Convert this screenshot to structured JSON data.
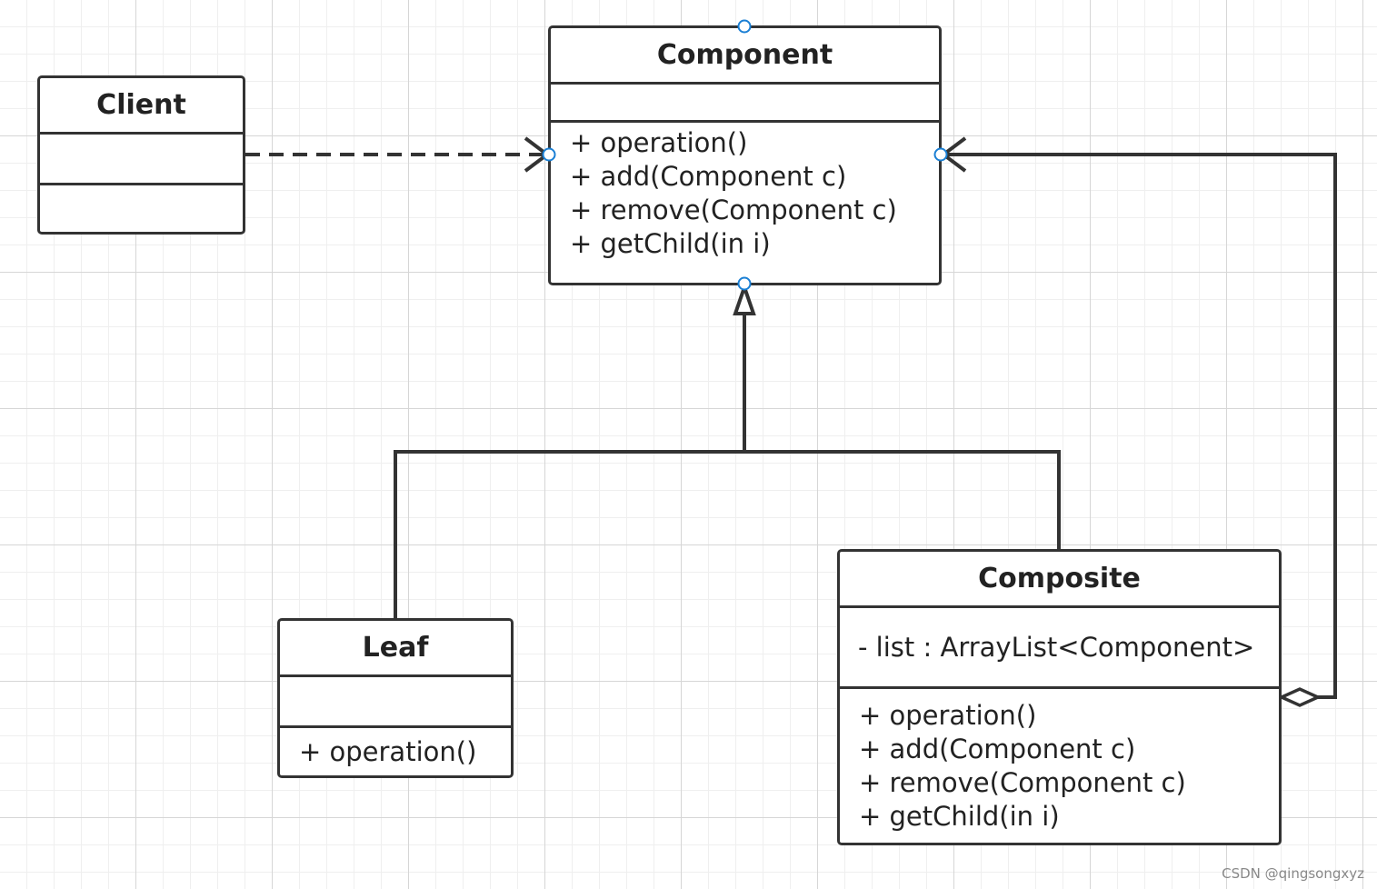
{
  "classes": {
    "client": {
      "name": "Client",
      "attributes": [],
      "operations": []
    },
    "component": {
      "name": "Component",
      "attributes": [],
      "operations": [
        "+ operation()",
        "+ add(Component c)",
        "+ remove(Component c)",
        "+ getChild(in i)"
      ]
    },
    "leaf": {
      "name": "Leaf",
      "attributes": [],
      "operations": [
        "+ operation()"
      ]
    },
    "composite": {
      "name": "Composite",
      "attributes": [
        "- list :  ArrayList<Component>"
      ],
      "operations": [
        "+ operation()",
        "+ add(Component c)",
        "+ remove(Component c)",
        "+ getChild(in i)"
      ]
    }
  },
  "relationships": [
    {
      "type": "dependency",
      "from": "Client",
      "to": "Component"
    },
    {
      "type": "generalization",
      "from": "Leaf",
      "to": "Component"
    },
    {
      "type": "generalization",
      "from": "Composite",
      "to": "Component"
    },
    {
      "type": "aggregation",
      "from": "Composite",
      "to": "Component"
    }
  ],
  "colors": {
    "line": "#333333",
    "handle": "#1a7fd4"
  },
  "watermark": "CSDN @qingsongxyz"
}
